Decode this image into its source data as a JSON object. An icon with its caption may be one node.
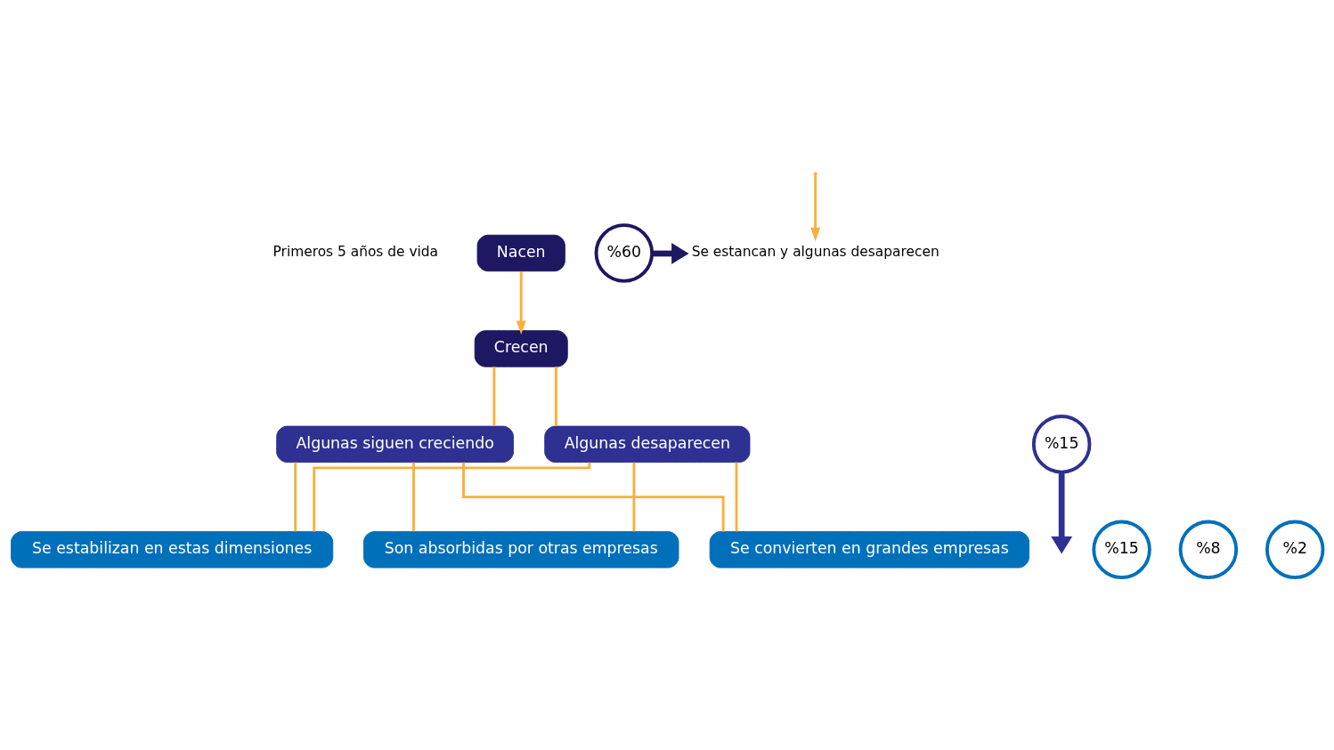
{
  "diagram": {
    "nodes": [
      {
        "text": [
          "Nacen"
        ]
      },
      {
        "text": [
          "Crecen"
        ]
      },
      {
        "text": [
          "Se estancan y algunas desaparecen"
        ]
      },
      {
        "text": [
          "%60"
        ]
      },
      {
        "text": [
          "Algunas siguen creciendo"
        ]
      },
      {
        "text": [
          "Algunas desaparecen"
        ]
      },
      {
        "text": [
          "%15"
        ]
      },
      {
        "text": [
          "%15"
        ]
      },
      {
        "text": [
          "Se estabilizan en estas dimensiones"
        ]
      },
      {
        "text": [
          "%8"
        ]
      },
      {
        "text": [
          "Son absorbidas por otras empresas"
        ]
      },
      {
        "text": [
          "%2"
        ]
      },
      {
        "text": [
          "Se convierten en grandes empresas"
        ]
      }
    ],
    "edges": [
      {
        "from": 0,
        "to": 1,
        "arrow": "to"
      },
      {
        "from": null,
        "to": 2,
        "arrow": "to"
      },
      {
        "from": 3,
        "to": 2,
        "arrow": "to",
        "style": "thick",
        "color": "#1e1761"
      },
      {
        "from": 1,
        "to": 4,
        "arrow": "none"
      },
      {
        "from": 1,
        "to": 5,
        "arrow": "none"
      },
      {
        "from": 6,
        "to": null,
        "arrow": "to",
        "style": "thick",
        "color": "#2e3192"
      },
      {
        "from": 4,
        "to": 8,
        "arrow": "none"
      },
      {
        "from": 4,
        "to": 10,
        "arrow": "none"
      },
      {
        "from": 4,
        "to": 12,
        "arrow": "none"
      },
      {
        "from": 5,
        "to": 8,
        "arrow": "none"
      },
      {
        "from": 5,
        "to": 10,
        "arrow": "none"
      },
      {
        "from": 5,
        "to": 12,
        "arrow": "none"
      }
    ],
    "labels": [
      "Primeros 5 años de vida"
    ]
  }
}
